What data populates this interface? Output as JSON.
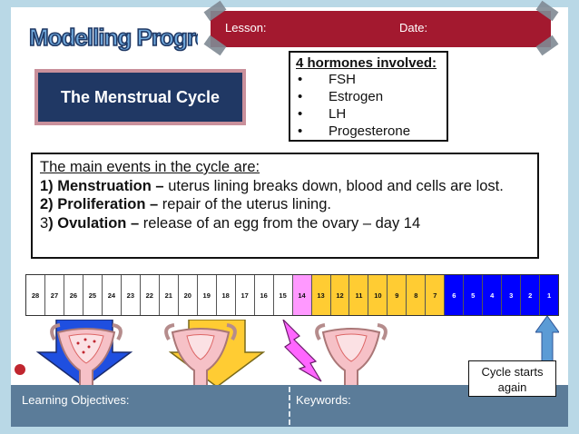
{
  "logo": {
    "text": "Modelling Progress"
  },
  "banner": {
    "lesson": "Lesson:",
    "date": "Date:"
  },
  "title": "The Menstrual Cycle",
  "hormones": {
    "heading": "4 hormones involved:",
    "items": [
      "FSH",
      "Estrogen",
      "LH",
      "Progesterone"
    ]
  },
  "events": {
    "heading": "The main events in the cycle are:",
    "e1_label": "1) Menstruation –",
    "e1_text": " uterus lining breaks down, blood and cells are lost.",
    "e2_label": "2) Proliferation –",
    "e2_text": " repair of the uterus lining.",
    "e3_num": "3",
    "e3_label": ") Ovulation –",
    "e3_text": " release of an egg from the ovary – day 14"
  },
  "timeline": {
    "days": [
      "28",
      "27",
      "26",
      "25",
      "24",
      "23",
      "22",
      "21",
      "20",
      "19",
      "18",
      "17",
      "16",
      "15",
      "14",
      "13",
      "12",
      "11",
      "10",
      "9",
      "8",
      "7",
      "6",
      "5",
      "4",
      "3",
      "2",
      "1"
    ],
    "colors": {
      "luteal": "#ffffff",
      "ovulation": "#ff99ff",
      "follicular": "#ffcc33",
      "menstruation": "#0000ff"
    }
  },
  "cycle_note": "Cycle starts again",
  "footer": {
    "learning_objectives": "Learning Objectives:",
    "keywords": "Keywords:"
  }
}
